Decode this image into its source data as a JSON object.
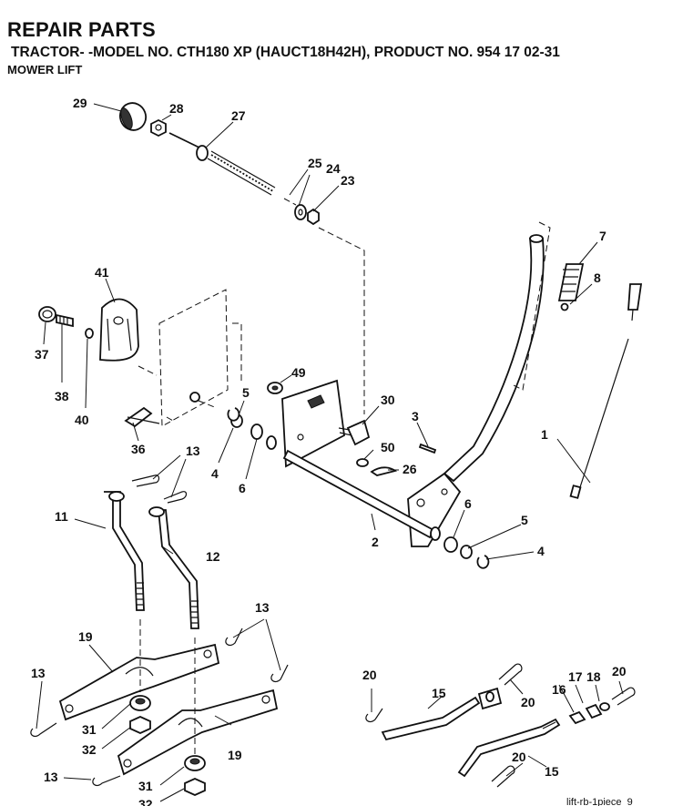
{
  "header": {
    "title": "REPAIR PARTS",
    "model_line": "TRACTOR- -MODEL NO. CTH180 XP (HAUCT18H42H), PRODUCT NO. 954 17 02-31",
    "section": "MOWER LIFT"
  },
  "callouts": [
    {
      "id": "c29",
      "label": "29"
    },
    {
      "id": "c28",
      "label": "28"
    },
    {
      "id": "c27",
      "label": "27"
    },
    {
      "id": "c25",
      "label": "25"
    },
    {
      "id": "c24",
      "label": "24"
    },
    {
      "id": "c23",
      "label": "23"
    },
    {
      "id": "c7",
      "label": "7"
    },
    {
      "id": "c8",
      "label": "8"
    },
    {
      "id": "c41",
      "label": "41"
    },
    {
      "id": "c37",
      "label": "37"
    },
    {
      "id": "c38",
      "label": "38"
    },
    {
      "id": "c40",
      "label": "40"
    },
    {
      "id": "c49",
      "label": "49"
    },
    {
      "id": "c5a",
      "label": "5"
    },
    {
      "id": "c30",
      "label": "30"
    },
    {
      "id": "c3",
      "label": "3"
    },
    {
      "id": "c1",
      "label": "1"
    },
    {
      "id": "c36",
      "label": "36"
    },
    {
      "id": "c4a",
      "label": "4"
    },
    {
      "id": "c6a",
      "label": "6"
    },
    {
      "id": "c50",
      "label": "50"
    },
    {
      "id": "c26",
      "label": "26"
    },
    {
      "id": "c13a",
      "label": "13"
    },
    {
      "id": "c11",
      "label": "11"
    },
    {
      "id": "c2",
      "label": "2"
    },
    {
      "id": "c6b",
      "label": "6"
    },
    {
      "id": "c5b",
      "label": "5"
    },
    {
      "id": "c4b",
      "label": "4"
    },
    {
      "id": "c12",
      "label": "12"
    },
    {
      "id": "c13b",
      "label": "13"
    },
    {
      "id": "c19a",
      "label": "19"
    },
    {
      "id": "c13c",
      "label": "13"
    },
    {
      "id": "c20a",
      "label": "20"
    },
    {
      "id": "c15a",
      "label": "15"
    },
    {
      "id": "c20b",
      "label": "20"
    },
    {
      "id": "c16",
      "label": "16"
    },
    {
      "id": "c17",
      "label": "17"
    },
    {
      "id": "c18",
      "label": "18"
    },
    {
      "id": "c20c",
      "label": "20"
    },
    {
      "id": "c31a",
      "label": "31"
    },
    {
      "id": "c32a",
      "label": "32"
    },
    {
      "id": "c19b",
      "label": "19"
    },
    {
      "id": "c20d",
      "label": "20"
    },
    {
      "id": "c15b",
      "label": "15"
    },
    {
      "id": "c13d",
      "label": "13"
    },
    {
      "id": "c31b",
      "label": "31"
    },
    {
      "id": "c32b",
      "label": "32"
    }
  ],
  "drawing_ref": "lift-rb-1piece_9"
}
